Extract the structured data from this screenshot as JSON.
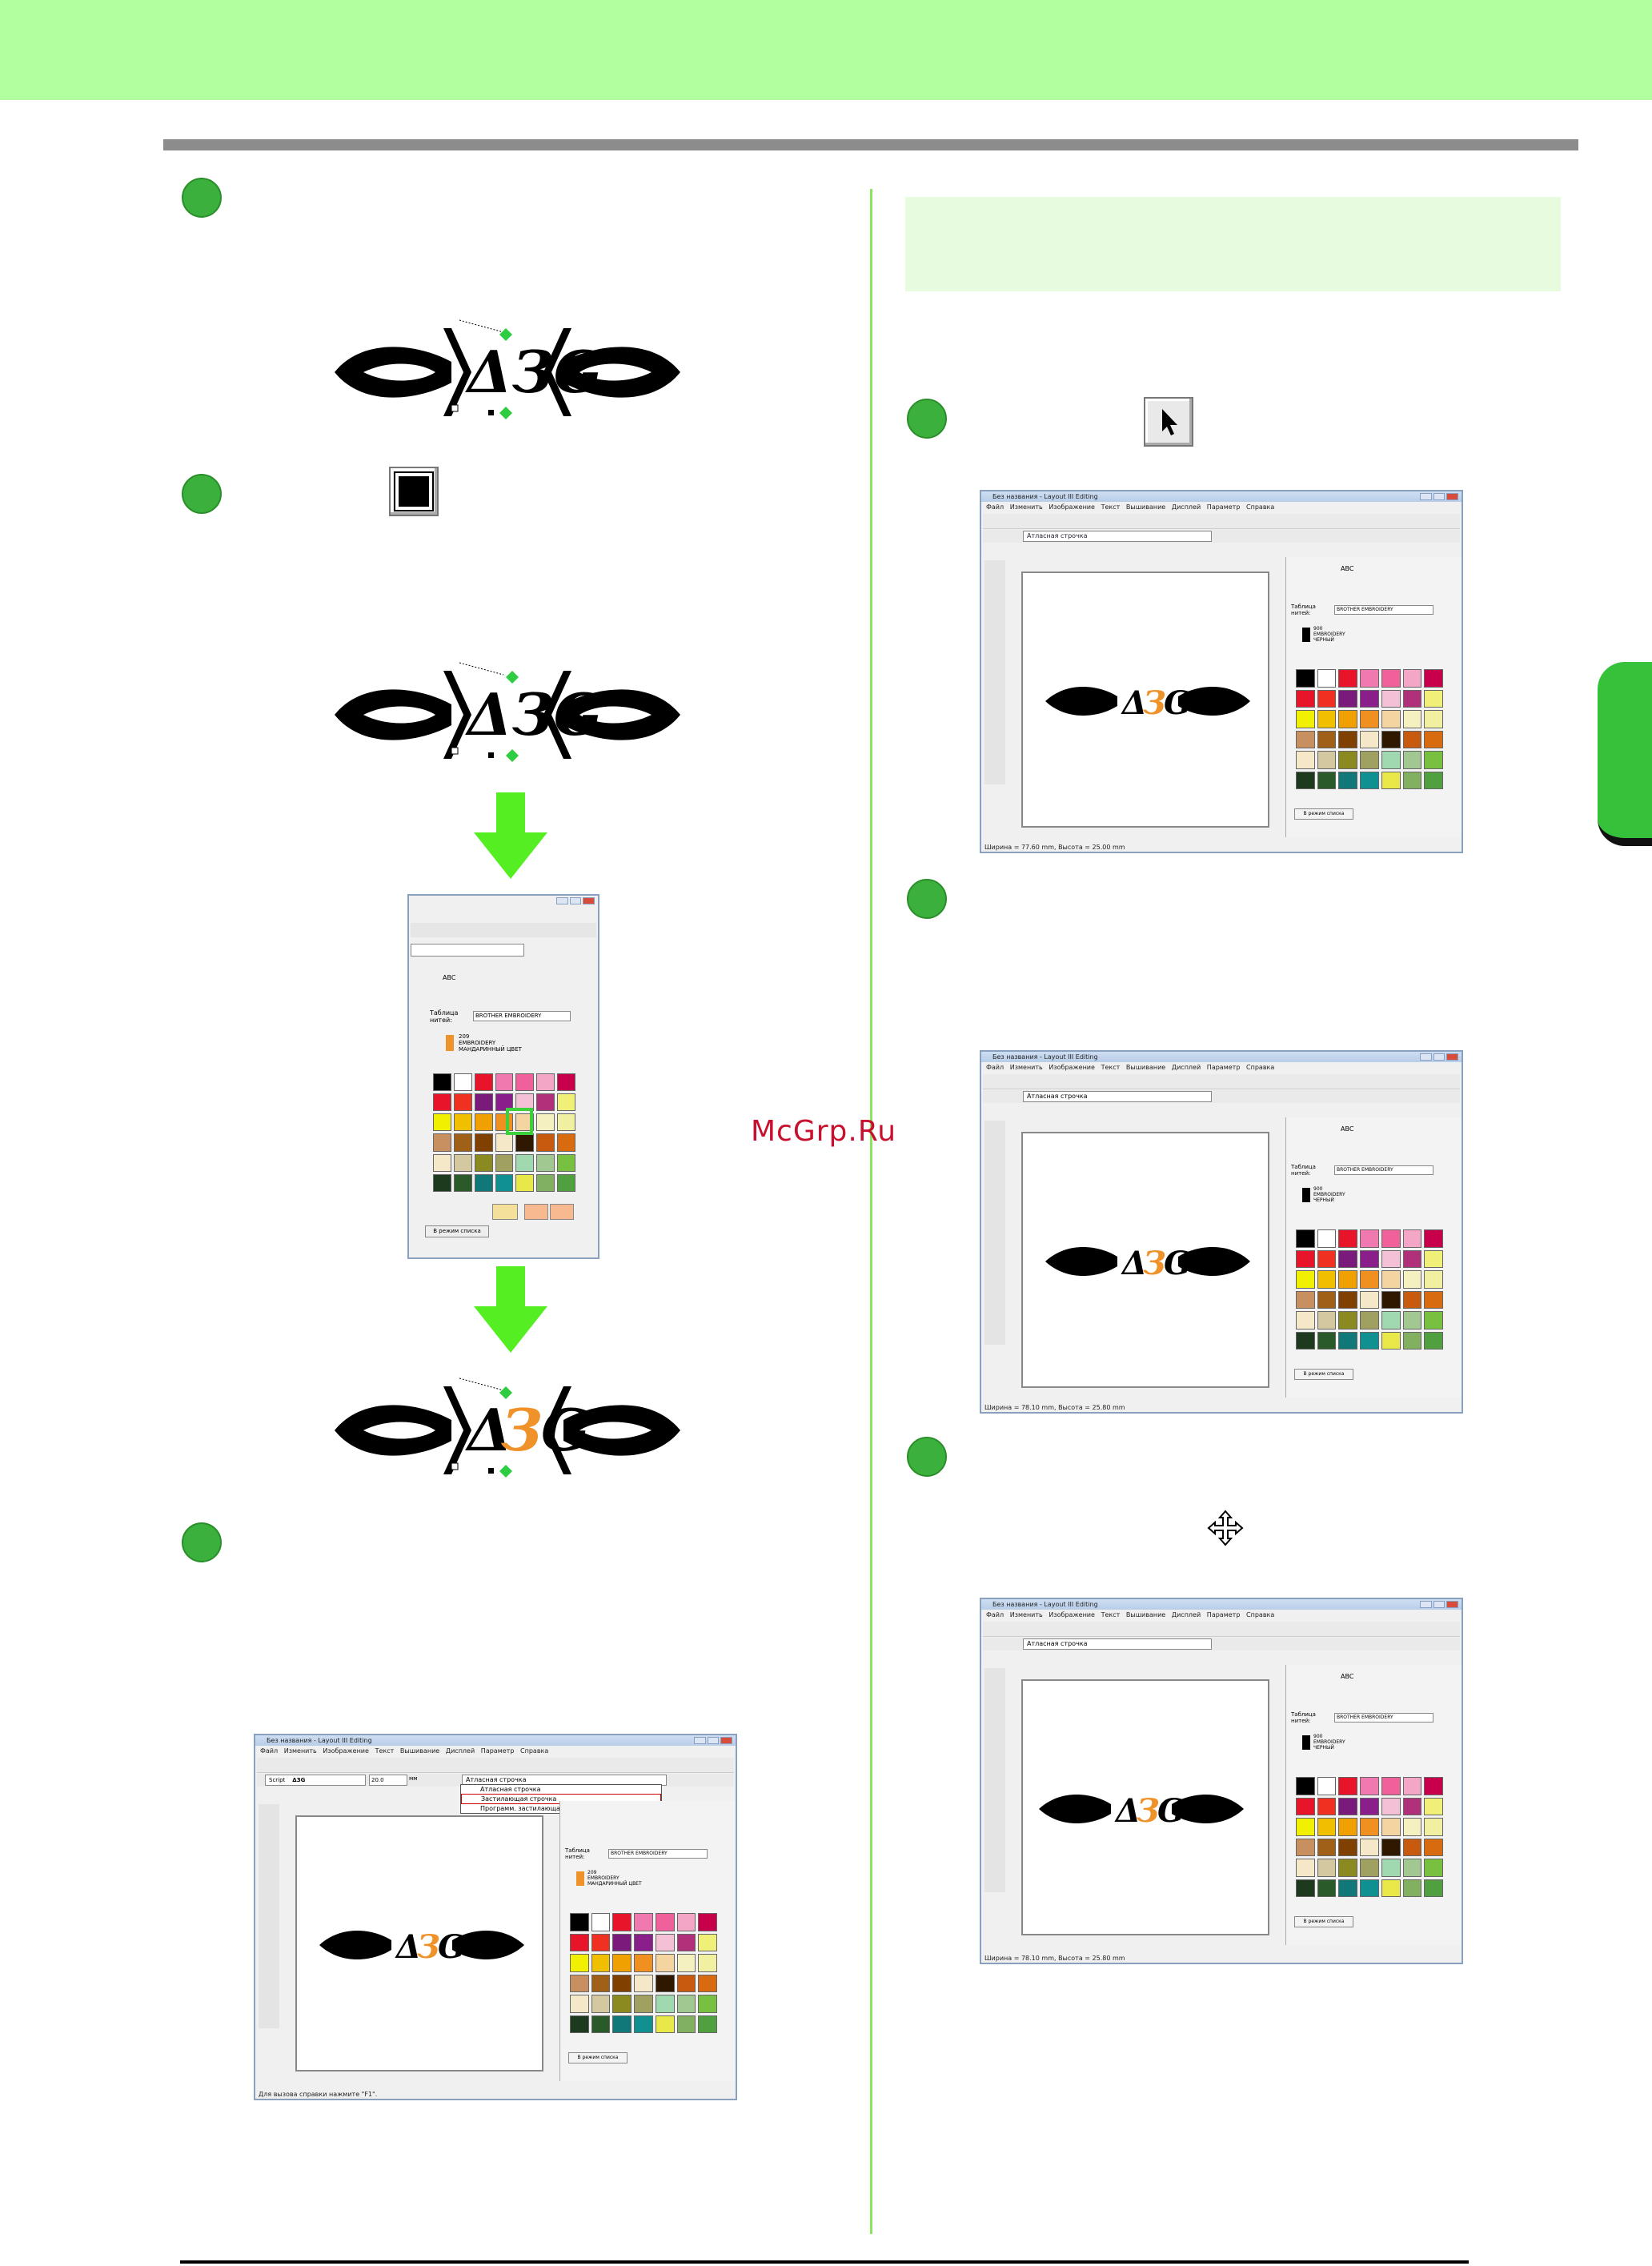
{
  "watermark": "McGrp.Ru",
  "screens": {
    "window_title": "Без названия - Layout III Editing",
    "menu": [
      "Файл",
      "Изменить",
      "Изображение",
      "Текст",
      "Вышивание",
      "Дисплей",
      "Параметр",
      "Справка"
    ],
    "stitch_type": "Атласная строчка",
    "stitch_options": [
      "Атласная строчка",
      "Застилающая строчка",
      "Программ. застилающая строчка"
    ],
    "panel_tabs": [
      "ABC"
    ],
    "thread_table_label": "Таблица нитей:",
    "thread_table_value": "BROTHER EMBROIDERY",
    "thread_black": [
      "900",
      "EMBROIDERY",
      "ЧЕРНЫЙ"
    ],
    "thread_orange": [
      "209",
      "EMBROIDERY",
      "МАНДАРИННЫЙ ЦВЕТ"
    ],
    "list_mode_button": "В режим списка",
    "font_value": "Script",
    "text_value": "ΔЗG",
    "size_value": "20.0",
    "size_unit": "мм",
    "status_a": "Ширина = 77.60 mm, Высота = 25.00 mm",
    "status_b": "Ширина = 78.10 mm, Высота = 25.80 mm",
    "status_c": "Ширина = 78.10 mm, Высота = 25.80 mm",
    "status_help": "Для вызова справки нажмите \"F1\"."
  },
  "colors": {
    "accent_green": "#3cb03c",
    "header_green": "#b2ff9f",
    "orange": "#f0922a",
    "swatches": [
      "#000000",
      "#ffffff",
      "#e8152a",
      "#f07ab0",
      "#f0609a",
      "#f4a6c7",
      "#c8004b",
      "#e8152a",
      "#f03020",
      "#7a1a7a",
      "#8a1e8a",
      "#f4c0d6",
      "#b0307a",
      "#f0f078",
      "#f0f000",
      "#f0c000",
      "#f0a000",
      "#f09020",
      "#f4d4a0",
      "#f4f0c0",
      "#f0f0a0",
      "#c89060",
      "#a06018",
      "#804000",
      "#f4e8c8",
      "#301800",
      "#c85a10",
      "#d86a10",
      "#f4e8c8",
      "#d4c8a0",
      "#8a8a20",
      "#a0a060",
      "#a0d8b0",
      "#a0c890",
      "#78c040",
      "#1e3a1e",
      "#2a5a2a",
      "#107878",
      "#109090",
      "#e8e848",
      "#80b060",
      "#50a040"
    ]
  }
}
